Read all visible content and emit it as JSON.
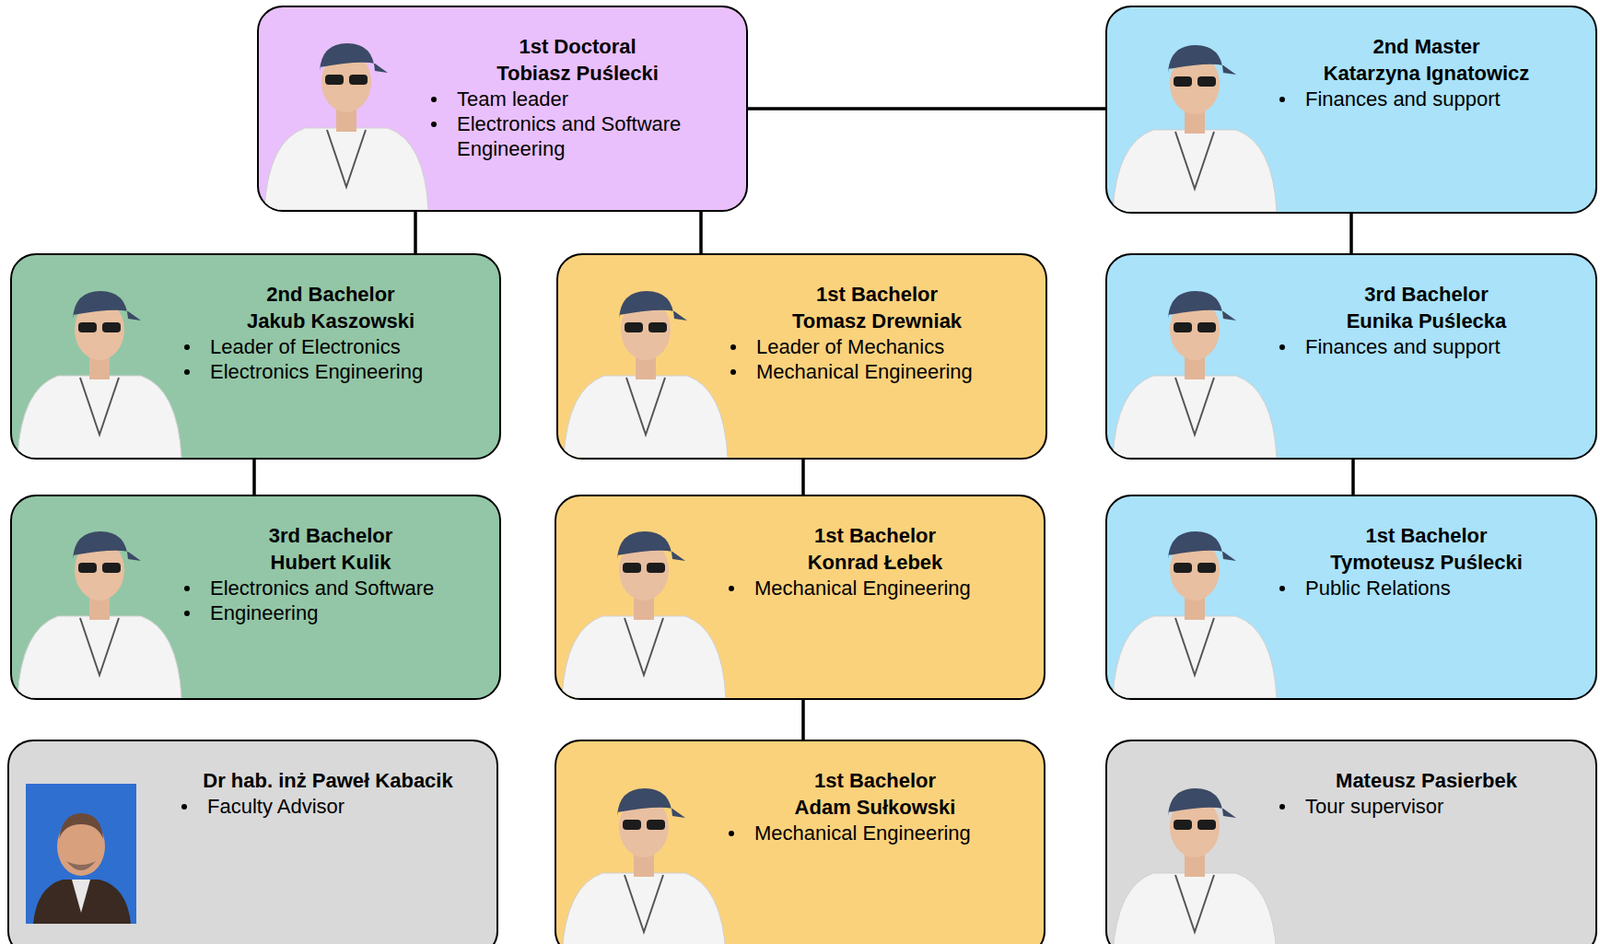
{
  "diagram": {
    "nodes": [
      {
        "text": [
          "1st Doctoral",
          "Tobiasz Puślecki",
          "Team leader",
          "Electronics and Software Engineering"
        ]
      },
      {
        "text": [
          "2nd Master",
          "Katarzyna Ignatowicz",
          "Finances and support"
        ]
      },
      {
        "text": [
          "2nd Bachelor",
          "Jakub Kaszowski",
          "Leader of Electronics",
          "Electronics Engineering"
        ]
      },
      {
        "text": [
          "1st Bachelor",
          "Tomasz Drewniak",
          "Leader of Mechanics",
          "Mechanical Engineering"
        ]
      },
      {
        "text": [
          "3rd Bachelor",
          "Eunika Puślecka",
          "Finances and support"
        ]
      },
      {
        "text": [
          "3rd Bachelor",
          "Hubert Kulik",
          "Electronics and Software",
          "Engineering"
        ]
      },
      {
        "text": [
          "1st Bachelor",
          "Konrad Łebek",
          "Mechanical Engineering"
        ]
      },
      {
        "text": [
          "1st Bachelor",
          "Tymoteusz Puślecki",
          "Public Relations"
        ]
      },
      {
        "text": [
          "Dr hab. inż Paweł Kabacik",
          "Faculty Advisor"
        ]
      },
      {
        "text": [
          "1st Bachelor",
          "Adam Sułkowski",
          "Mechanical Engineering"
        ]
      },
      {
        "text": [
          "Mateusz Pasierbek",
          "Tour supervisor"
        ]
      }
    ],
    "edges": [
      {
        "from": 0,
        "to": 1,
        "arrow": "none"
      },
      {
        "from": 0,
        "to": 2,
        "arrow": "none"
      },
      {
        "from": 0,
        "to": 3,
        "arrow": "none"
      },
      {
        "from": 1,
        "to": 4,
        "arrow": "none"
      },
      {
        "from": 2,
        "to": 5,
        "arrow": "none"
      },
      {
        "from": 3,
        "to": 6,
        "arrow": "none"
      },
      {
        "from": 4,
        "to": 7,
        "arrow": "none"
      },
      {
        "from": 6,
        "to": 9,
        "arrow": "none"
      }
    ]
  }
}
